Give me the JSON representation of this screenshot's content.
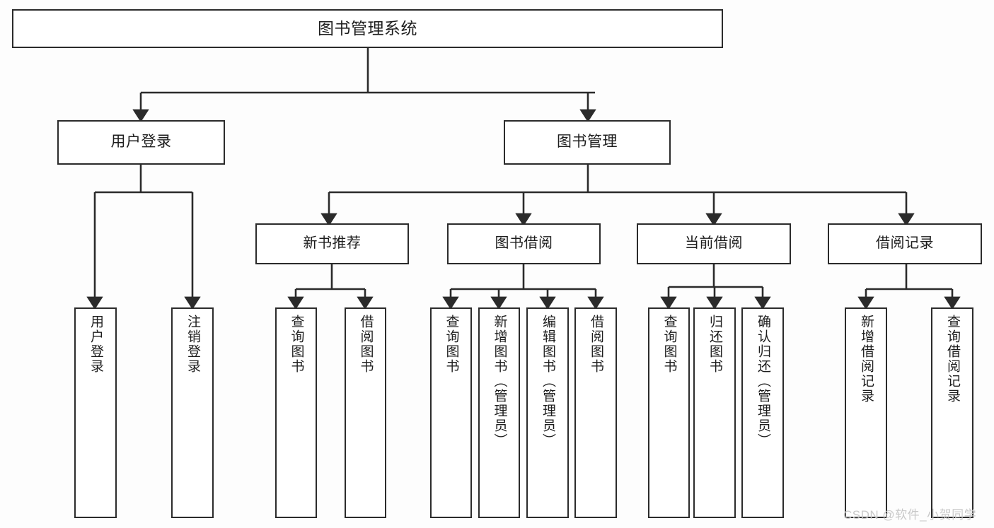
{
  "diagram": {
    "type": "tree-hierarchy",
    "title": "图书管理系统",
    "watermark": "CSDN @软件_小贺同学",
    "colors": {
      "line": "#2b2b2b",
      "box_border": "#2b2b2b",
      "box_fill": "#ffffff",
      "text": "#1d1d1d",
      "background": "#fdfdfd",
      "watermark": "#c9c9c9"
    },
    "root": {
      "label": "图书管理系统",
      "orientation": "horizontal"
    },
    "level1": [
      {
        "label": "用户登录",
        "orientation": "horizontal"
      },
      {
        "label": "图书管理",
        "orientation": "horizontal"
      }
    ],
    "level2": [
      {
        "label": "新书推荐",
        "orientation": "horizontal",
        "parent": "图书管理"
      },
      {
        "label": "图书借阅",
        "orientation": "horizontal",
        "parent": "图书管理"
      },
      {
        "label": "当前借阅",
        "orientation": "horizontal",
        "parent": "图书管理"
      },
      {
        "label": "借阅记录",
        "orientation": "horizontal",
        "parent": "图书管理"
      }
    ],
    "leaves": {
      "user_login": [
        {
          "label": "用户登录",
          "orientation": "vertical"
        },
        {
          "label": "注销登录",
          "orientation": "vertical"
        }
      ],
      "new_book_recommend": [
        {
          "label": "查询图书",
          "orientation": "vertical"
        },
        {
          "label": "借阅图书",
          "orientation": "vertical"
        }
      ],
      "book_borrow": [
        {
          "label": "查询图书",
          "orientation": "vertical"
        },
        {
          "label": "新增图书（管理员）",
          "orientation": "vertical"
        },
        {
          "label": "编辑图书（管理员）",
          "orientation": "vertical"
        },
        {
          "label": "借阅图书",
          "orientation": "vertical"
        }
      ],
      "current_borrow": [
        {
          "label": "查询图书",
          "orientation": "vertical"
        },
        {
          "label": "归还图书",
          "orientation": "vertical"
        },
        {
          "label": "确认归还（管理员）",
          "orientation": "vertical"
        }
      ],
      "borrow_record": [
        {
          "label": "新增借阅记录",
          "orientation": "vertical"
        },
        {
          "label": "查询借阅记录",
          "orientation": "vertical"
        }
      ]
    }
  }
}
